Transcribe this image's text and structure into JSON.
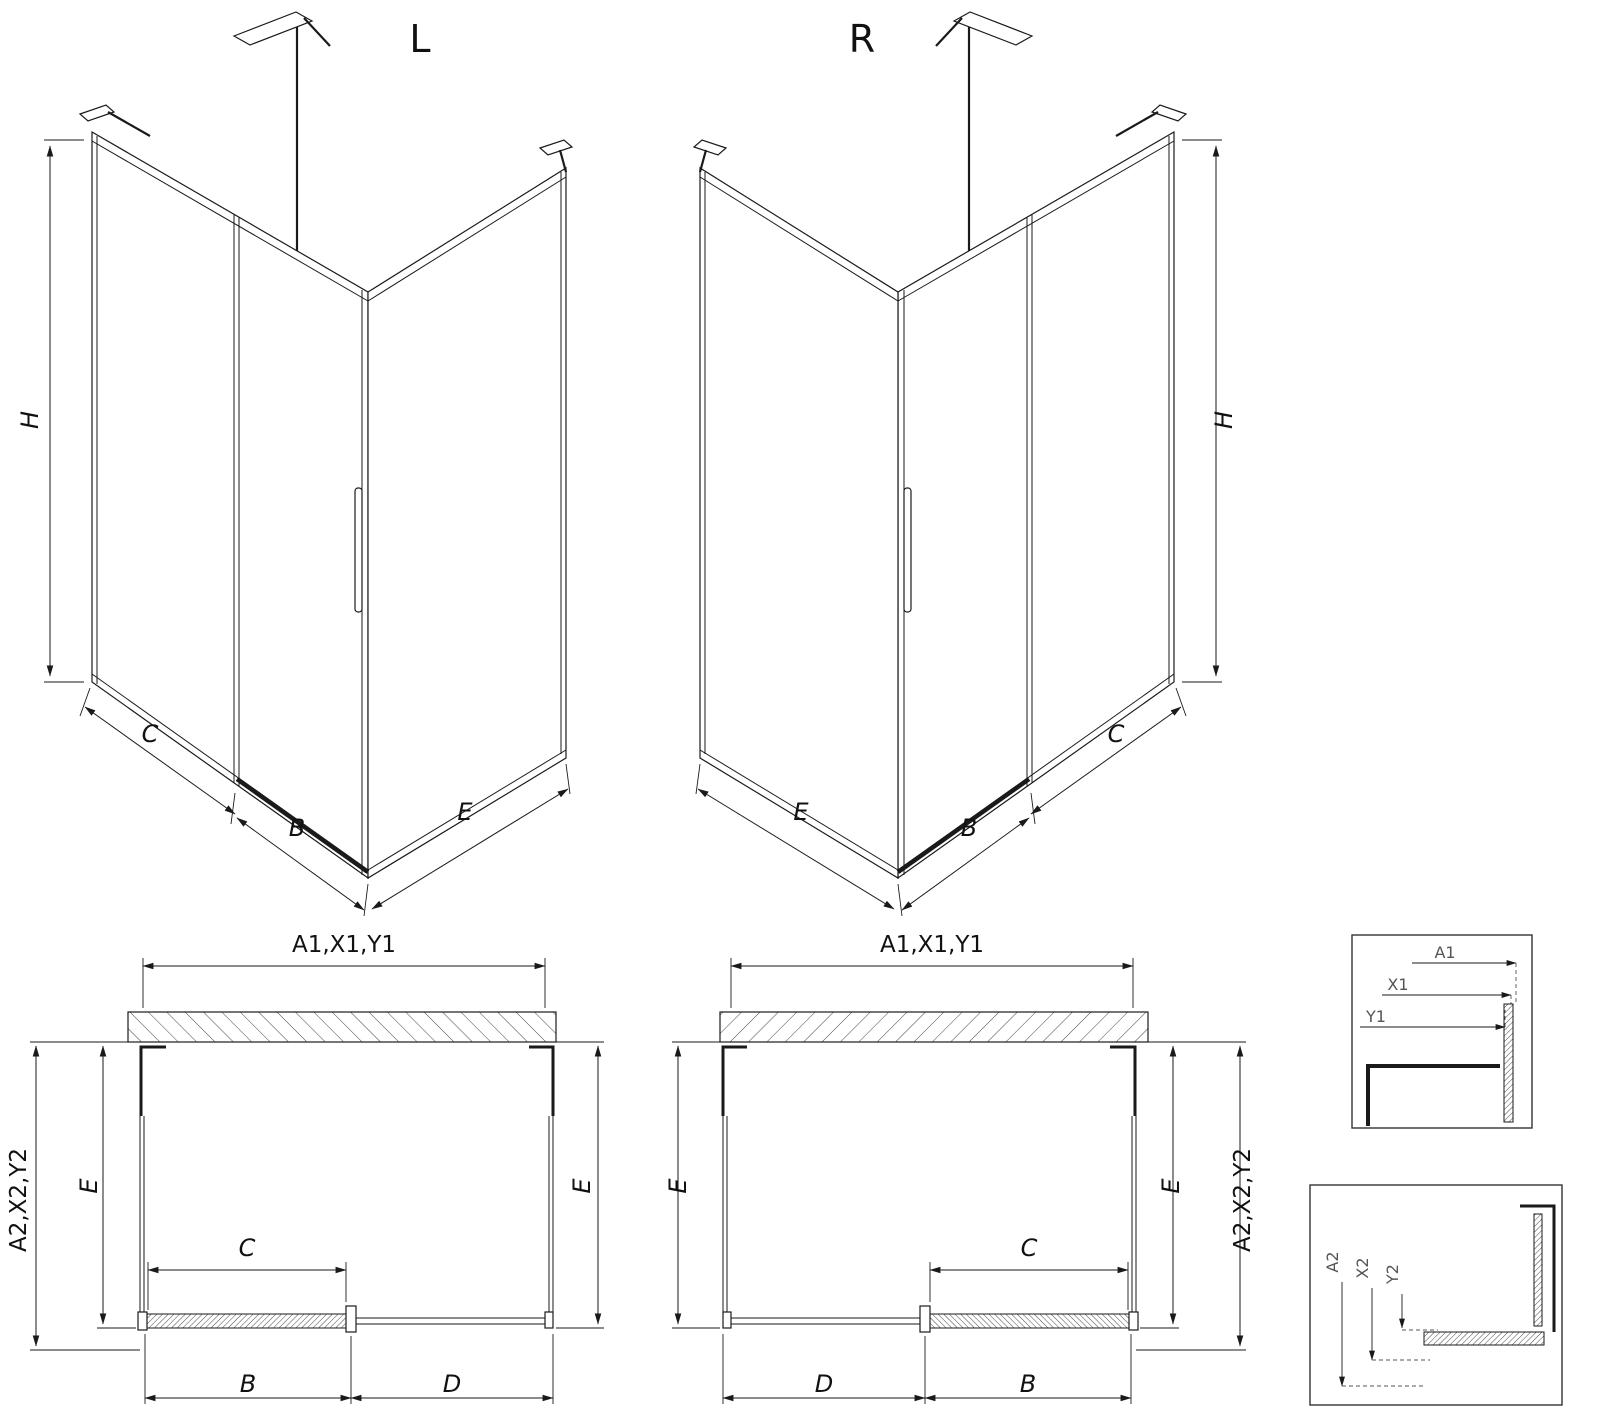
{
  "drawing": {
    "iso_left": {
      "variant": "L",
      "h": "H",
      "c": "C",
      "b": "B",
      "e": "E"
    },
    "iso_right": {
      "variant": "R",
      "h": "H",
      "c": "C",
      "b": "B",
      "e": "E"
    },
    "plan_left": {
      "top": "A1,X1,Y1",
      "outer_left": "A2,X2,Y2",
      "e_left": "E",
      "e_right": "E",
      "c": "C",
      "b": "B",
      "d": "D"
    },
    "plan_right": {
      "top": "A1,X1,Y1",
      "outer_right": "A2,X2,Y2",
      "e_left": "E",
      "e_right": "E",
      "c": "C",
      "b": "B",
      "d": "D"
    },
    "detail_top": {
      "a1": "A1",
      "x1": "X1",
      "y1": "Y1"
    },
    "detail_bottom": {
      "a2": "A2",
      "x2": "X2",
      "y2": "Y2"
    }
  }
}
